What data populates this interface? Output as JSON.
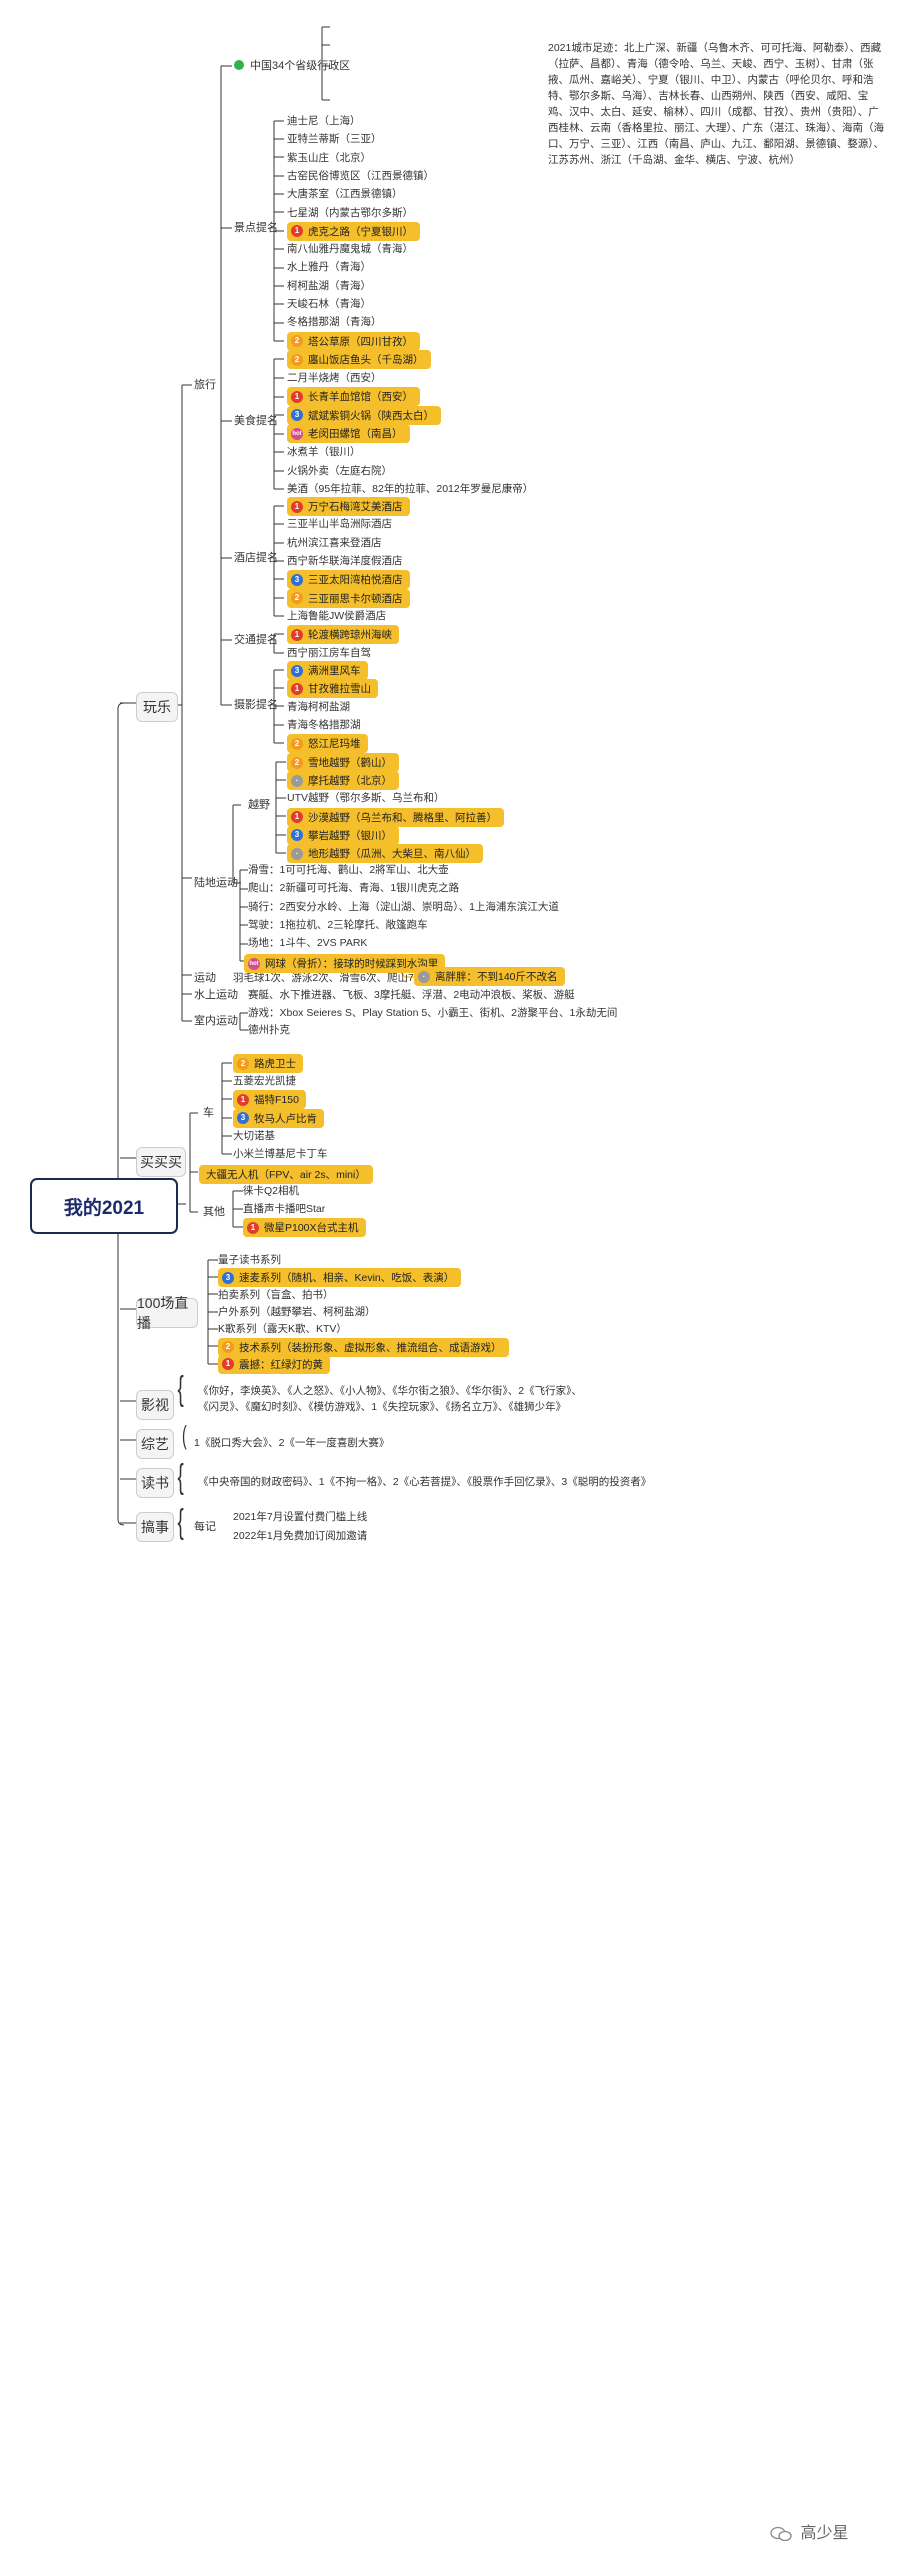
{
  "title": "我的2021",
  "categories": {
    "wanle": "玩乐",
    "maimai": "买买买",
    "live": "100场直播",
    "film": "影视",
    "variety": "综艺",
    "reading": "读书",
    "gaoshi": "搞事"
  },
  "travel": {
    "label": "旅行",
    "regions": {
      "label": "中国34个省级行政区",
      "text": "2021城市足迹：北上广深、新疆（乌鲁木齐、可可托海、阿勒泰）、西藏（拉萨、昌都）、青海（德令哈、乌兰、天峻、西宁、玉树）、甘肃（张掖、瓜州、嘉峪关）、宁夏（银川、中卫）、内蒙古（呼伦贝尔、呼和浩特、鄂尔多斯、乌海）、吉林长春、山西朔州、陕西（西安、咸阳、宝鸡、汉中、太白、延安、榆林）、四川（成都、甘孜）、贵州（贵阳）、广西桂林、云南（香格里拉、丽江、大理）、广东（湛江、珠海）、海南（海口、万宁、三亚）、江西（南昌、庐山、九江、鄱阳湖、景德镇、婺源）、江苏苏州、浙江（千岛湖、金华、横店、宁波、杭州）"
    },
    "scenic": {
      "label": "景点提名",
      "items": [
        {
          "text": "迪士尼（上海）"
        },
        {
          "text": "亚特兰蒂斯（三亚）"
        },
        {
          "text": "紫玉山庄（北京）"
        },
        {
          "text": "古窑民俗博览区（江西景德镇）"
        },
        {
          "text": "大唐茶室（江西景德镇）"
        },
        {
          "text": "七星湖（内蒙古鄂尔多斯）"
        },
        {
          "text": "虎克之路（宁夏银川）",
          "badge": "1"
        },
        {
          "text": "南八仙雅丹魔鬼城（青海）"
        },
        {
          "text": "水上雅丹（青海）"
        },
        {
          "text": "柯柯盐湖（青海）"
        },
        {
          "text": "天峻石林（青海）"
        },
        {
          "text": "冬格措那湖（青海）"
        },
        {
          "text": "塔公草原（四川甘孜）",
          "badge": "2"
        }
      ]
    },
    "food": {
      "label": "美食提名",
      "items": [
        {
          "text": "廛山饭店鱼头（千岛湖）",
          "badge": "2"
        },
        {
          "text": "二月半烧烤（西安）"
        },
        {
          "text": "长青羊血馆馆（西安）",
          "badge": "1"
        },
        {
          "text": "斌斌紫铜火锅（陕西太白）",
          "badge": "3"
        },
        {
          "text": "老闵田螺馆（南昌）",
          "badge": "hot"
        },
        {
          "text": "冰煮羊（银川）"
        },
        {
          "text": "火锅外卖（左庭右院）"
        },
        {
          "text": "美酒（95年拉菲、82年的拉菲、2012年罗曼尼康帝）"
        }
      ]
    },
    "hotel": {
      "label": "酒店提名",
      "items": [
        {
          "text": "万宁石梅湾艾美酒店",
          "badge": "1"
        },
        {
          "text": "三亚半山半岛洲际酒店"
        },
        {
          "text": "杭州滨江喜来登酒店"
        },
        {
          "text": "西宁新华联海洋度假酒店"
        },
        {
          "text": "三亚太阳湾柏悦酒店",
          "badge": "3"
        },
        {
          "text": "三亚丽思卡尔顿酒店",
          "badge": "2"
        },
        {
          "text": "上海鲁能JW侯爵酒店"
        }
      ]
    },
    "transport": {
      "label": "交通提名",
      "items": [
        {
          "text": "轮渡横跨琼州海峡",
          "badge": "1"
        },
        {
          "text": "西宁丽江房车自驾"
        }
      ]
    },
    "photo": {
      "label": "摄影提名",
      "items": [
        {
          "text": "满洲里风车",
          "badge": "3"
        },
        {
          "text": "甘孜雅拉雪山",
          "badge": "1"
        },
        {
          "text": "青海柯柯盐湖"
        },
        {
          "text": "青海冬格措那湖"
        },
        {
          "text": "怒江尼玛堆",
          "badge": "2"
        }
      ]
    }
  },
  "land": {
    "label": "陆地运动",
    "offroad": {
      "label": "越野",
      "items": [
        {
          "text": "雪地越野（鹳山）",
          "badge": "2"
        },
        {
          "text": "摩托越野（北京）",
          "badge": "g"
        },
        {
          "text": "UTV越野（鄂尔多斯、乌兰布和）"
        },
        {
          "text": "沙漠越野（乌兰布和、腾格里、阿拉善）",
          "badge": "1"
        },
        {
          "text": "攀岩越野（银川）",
          "badge": "3"
        },
        {
          "text": "地形越野（瓜洲、大柴旦、南八仙）",
          "badge": "g"
        }
      ]
    },
    "items": [
      "滑雪：1可可托海、鹳山、2將军山、北大壶",
      "爬山：2新疆可可托海、青海、1银川虎克之路",
      "骑行：2西安分水岭、上海（淀山湖、崇明岛）、1上海浦东滨江大道",
      "驾驶：1拖拉机、2三轮摩托、敞篷跑车",
      "场地：1斗牛、2VS PARK"
    ],
    "tennis": "网球（骨折）：接球的时候踩到水沟里"
  },
  "sport": {
    "label": "运动",
    "text": "羽毛球1次、游泳2次、滑雪6次、爬山7次、骑行7次",
    "note": "离胖胖：不到140斤不改名"
  },
  "water": {
    "label": "水上运动",
    "text": "赛艇、水下推进器、飞板、3摩托艇、浮潜、2电动冲浪板、桨板、游艇"
  },
  "indoor": {
    "label": "室内运动",
    "items": [
      "游戏：Xbox Seieres S、Play Station 5、小霸王、街机、2游聚平台、1永劫无间",
      "德州扑克"
    ]
  },
  "buy": {
    "car_label": "车",
    "cars": [
      {
        "text": "路虎卫士",
        "badge": "2"
      },
      {
        "text": "五菱宏光凯捷"
      },
      {
        "text": "福特F150",
        "badge": "1"
      },
      {
        "text": "牧马人卢比肯",
        "badge": "3"
      },
      {
        "text": "大切诺基"
      },
      {
        "text": "小米兰博基尼卡丁车"
      }
    ],
    "drone": "大疆无人机（FPV、air 2s、mini）",
    "other_label": "其他",
    "others": [
      {
        "text": "徕卡Q2相机"
      },
      {
        "text": "直播声卡播吧Star"
      },
      {
        "text": "微星P100X台式主机",
        "badge": "1"
      }
    ]
  },
  "live": {
    "items": [
      {
        "text": "量子读书系列"
      },
      {
        "text": "速麦系列（随机、相亲、Kevin、吃饭、表演）",
        "badge": "3"
      },
      {
        "text": "拍卖系列（盲盒、拍书）"
      },
      {
        "text": "户外系列（越野攀岩、柯柯盐湖）"
      },
      {
        "text": "K歌系列（露天K歌、KTV）"
      },
      {
        "text": "技术系列（装扮形象、虚拟形象、推流组合、成语游戏）",
        "badge": "2"
      },
      {
        "text": "震撼：红绿灯的黄",
        "badge": "1"
      }
    ]
  },
  "film": {
    "line1": "《你好，李焕英》、《人之怒》、《小人物》、《华尔街之狼》、《华尔街》、2《飞行家》、",
    "line2": "《闪灵》、《魔幻时刻》、《模仿游戏》、1《失控玩家》、《扬名立万》、《雄狮少年》"
  },
  "variety": {
    "text": "1《脱口秀大会》、2《一年一度喜剧大赛》"
  },
  "reading": {
    "text": "《中央帝国的财政密码》、1《不拘一格》、2《心若菩提》、《股票作手回忆录》、3《聪明的投资者》"
  },
  "gaoshi": {
    "label": "每记",
    "items": [
      "2021年7月设置付费门槛上线",
      "2022年1月免费加订阅加邀请"
    ]
  },
  "watermark": "高少星",
  "colors": {
    "highlight": "#f5bf2b",
    "rank1": "#e23c2f",
    "rank2": "#f59a1c",
    "rank3": "#2f6fd6",
    "root_border": "#1d2a50"
  }
}
